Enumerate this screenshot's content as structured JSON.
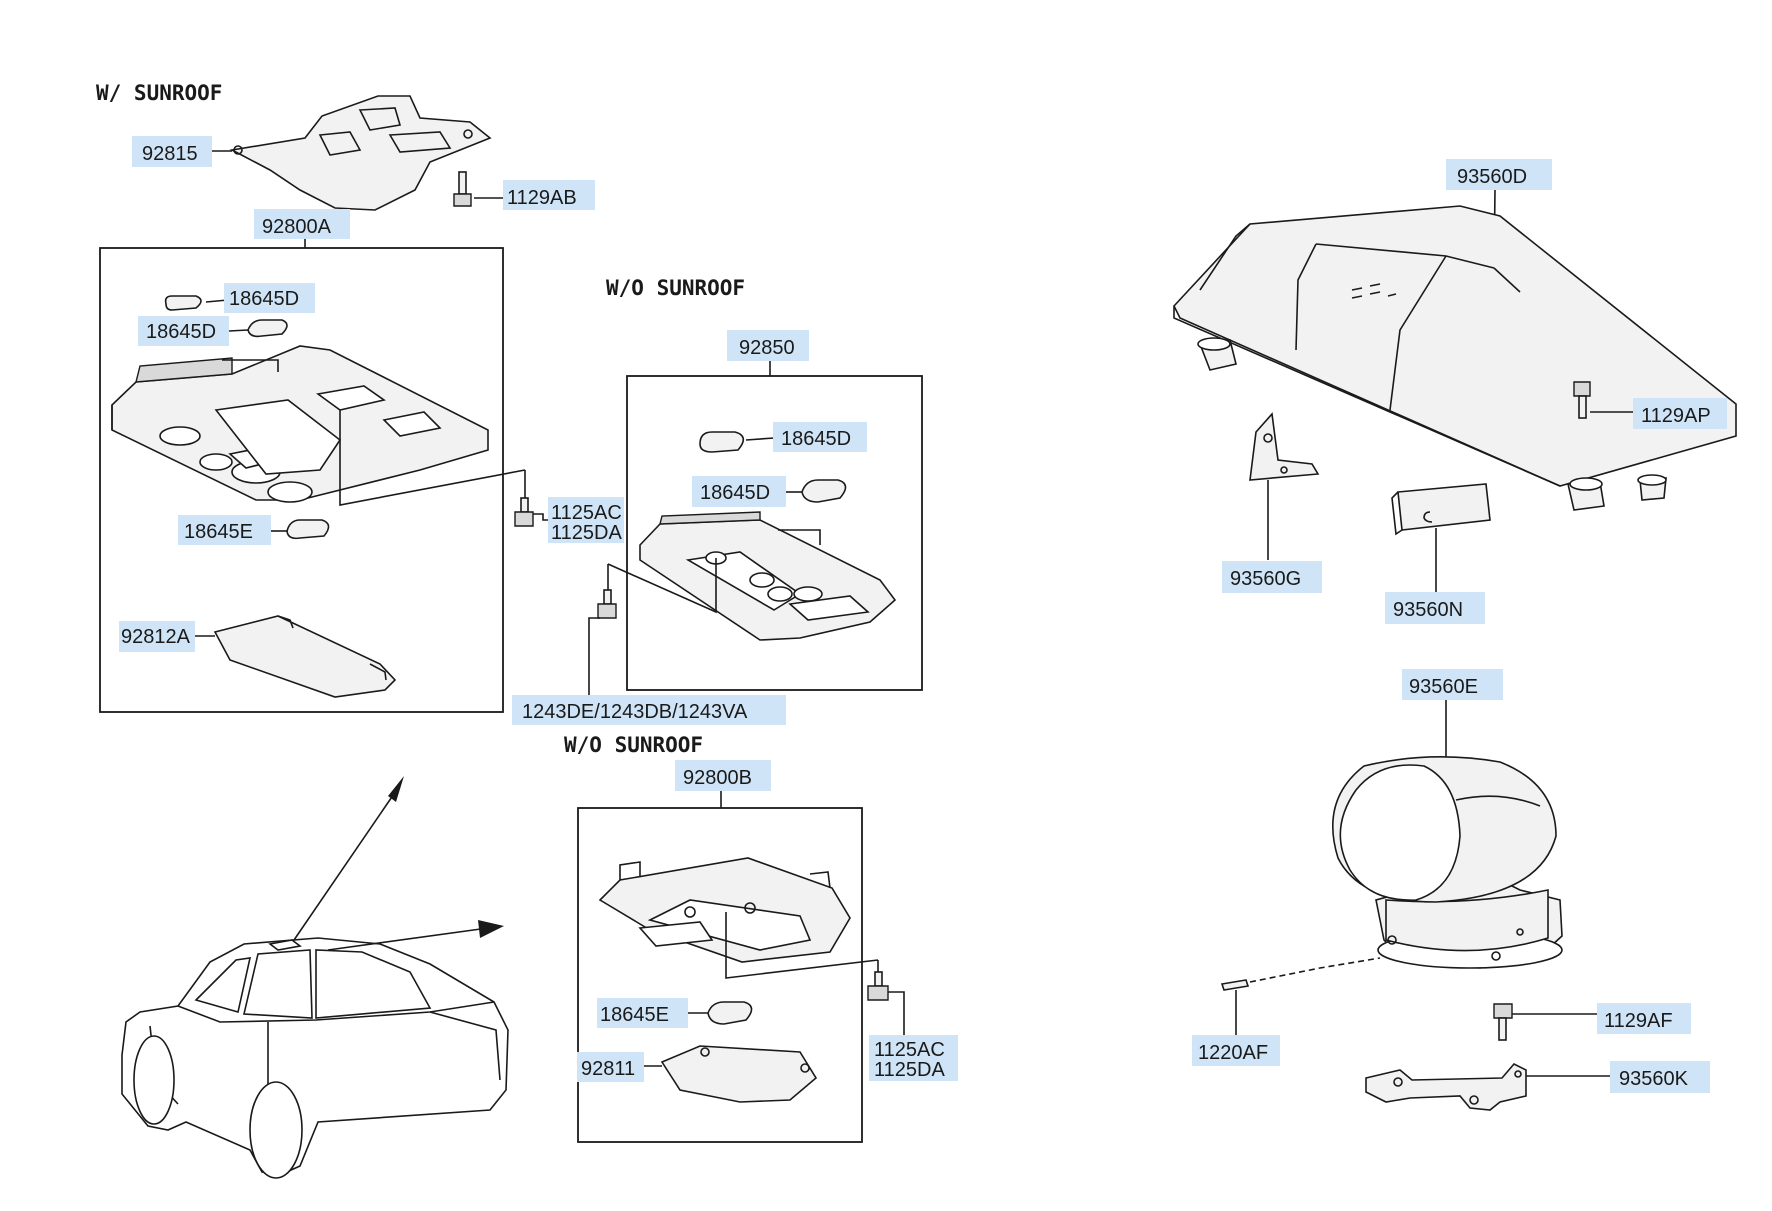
{
  "headers": {
    "w_sunroof": "W/ SUNROOF",
    "wo_sunroof_1": "W/O SUNROOF",
    "wo_sunroof_2": "W/O SUNROOF"
  },
  "labels": {
    "p92815": "92815",
    "p1129AB": "1129AB",
    "p92800A": "92800A",
    "p18645D_a": "18645D",
    "p18645D_b": "18645D",
    "p18645E_a": "18645E",
    "p92812A": "92812A",
    "p1125AC_a": "1125AC",
    "p1125DA_a": "1125DA",
    "p92850": "92850",
    "p18645D_c": "18645D",
    "p18645D_d": "18645D",
    "p1243": "1243DE/1243DB/1243VA",
    "p92800B": "92800B",
    "p18645E_b": "18645E",
    "p92811": "92811",
    "p1125AC_b": "1125AC",
    "p1125DA_b": "1125DA",
    "p93560D": "93560D",
    "p1129AP": "1129AP",
    "p93560G": "93560G",
    "p93560N": "93560N",
    "p93560E": "93560E",
    "p1220AF": "1220AF",
    "p1129AF": "1129AF",
    "p93560K": "93560K"
  },
  "colors": {
    "label_highlight": "#cfe4f7",
    "line": "#1a1a1a"
  }
}
